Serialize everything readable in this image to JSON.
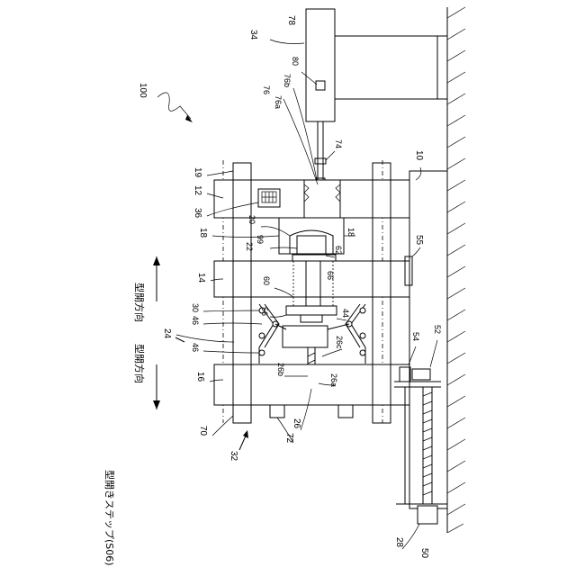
{
  "figure": {
    "step_caption": "型開きステップ(S06)",
    "label_open_left": "型開方向",
    "label_open_right": "型開方向"
  },
  "labels": {
    "l100": "100",
    "l78": "78",
    "l34": "34",
    "l80": "80",
    "l76b": "76b",
    "l76": "76",
    "l76a": "76a",
    "l74": "74",
    "l10": "10",
    "l19": "19",
    "l12": "12",
    "l36": "36",
    "l20": "20",
    "l18a": "18",
    "l18b": "18",
    "l22": "22",
    "l99": "99",
    "l62": "62",
    "l55": "55",
    "l14": "14",
    "l60": "60",
    "l66": "66",
    "l30": "30",
    "l46a": "46",
    "l56": "56",
    "l44": "44",
    "l24": "24",
    "l46b": "46",
    "l26c": "26c",
    "l54": "54",
    "l52": "52",
    "l16": "16",
    "l26b": "26b",
    "l26a": "26a",
    "l70": "70",
    "l72": "72",
    "l26": "26",
    "l32": "32",
    "l28": "28",
    "l50": "50"
  }
}
